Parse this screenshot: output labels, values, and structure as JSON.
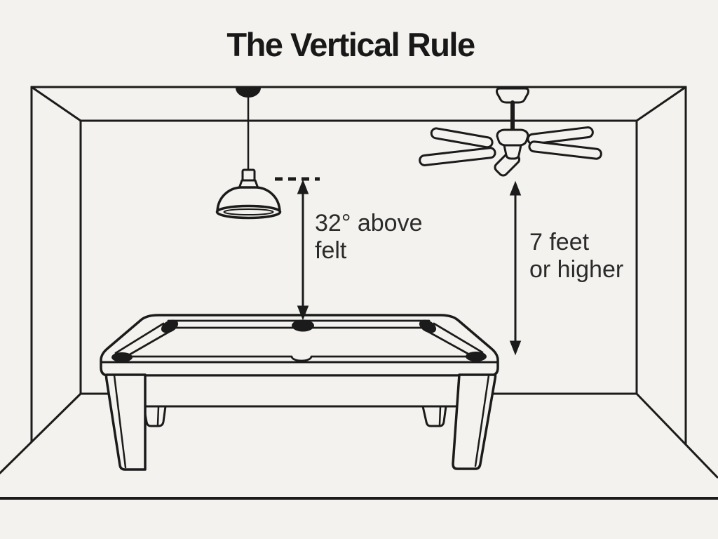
{
  "title": "The Vertical Rule",
  "colors": {
    "background": "#f3f2ee",
    "ink": "#1b1b1b",
    "text": "#2a2a2a"
  },
  "annotations": {
    "pendant_clearance": {
      "line1": "32° above",
      "line2": "felt"
    },
    "fan_clearance": {
      "line1": "7 feet",
      "line2": "or higher"
    }
  },
  "illustration_objects": [
    "room-perspective-outline",
    "pendant-light",
    "ceiling-fan",
    "pool-table",
    "felt-level-dashed-line",
    "pendant-clearance-arrow",
    "fan-clearance-arrow"
  ]
}
